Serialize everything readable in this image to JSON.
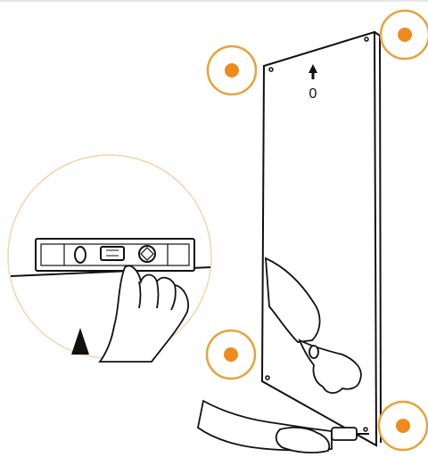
{
  "figure": {
    "panel_label": "0",
    "colors": {
      "outline": "#111111",
      "marker_accent": "#E8A23A",
      "marker_fill": "#F08A1C",
      "detail_circle_stroke": "#F6D4A8",
      "background": "#FFFFFF"
    },
    "markers": [
      "mounting-point",
      "mounting-point",
      "mounting-point",
      "mounting-point"
    ],
    "icons": [
      "up-arrow-icon",
      "pointer-triangle-icon",
      "spirit-level-icon",
      "drill-icon"
    ]
  }
}
